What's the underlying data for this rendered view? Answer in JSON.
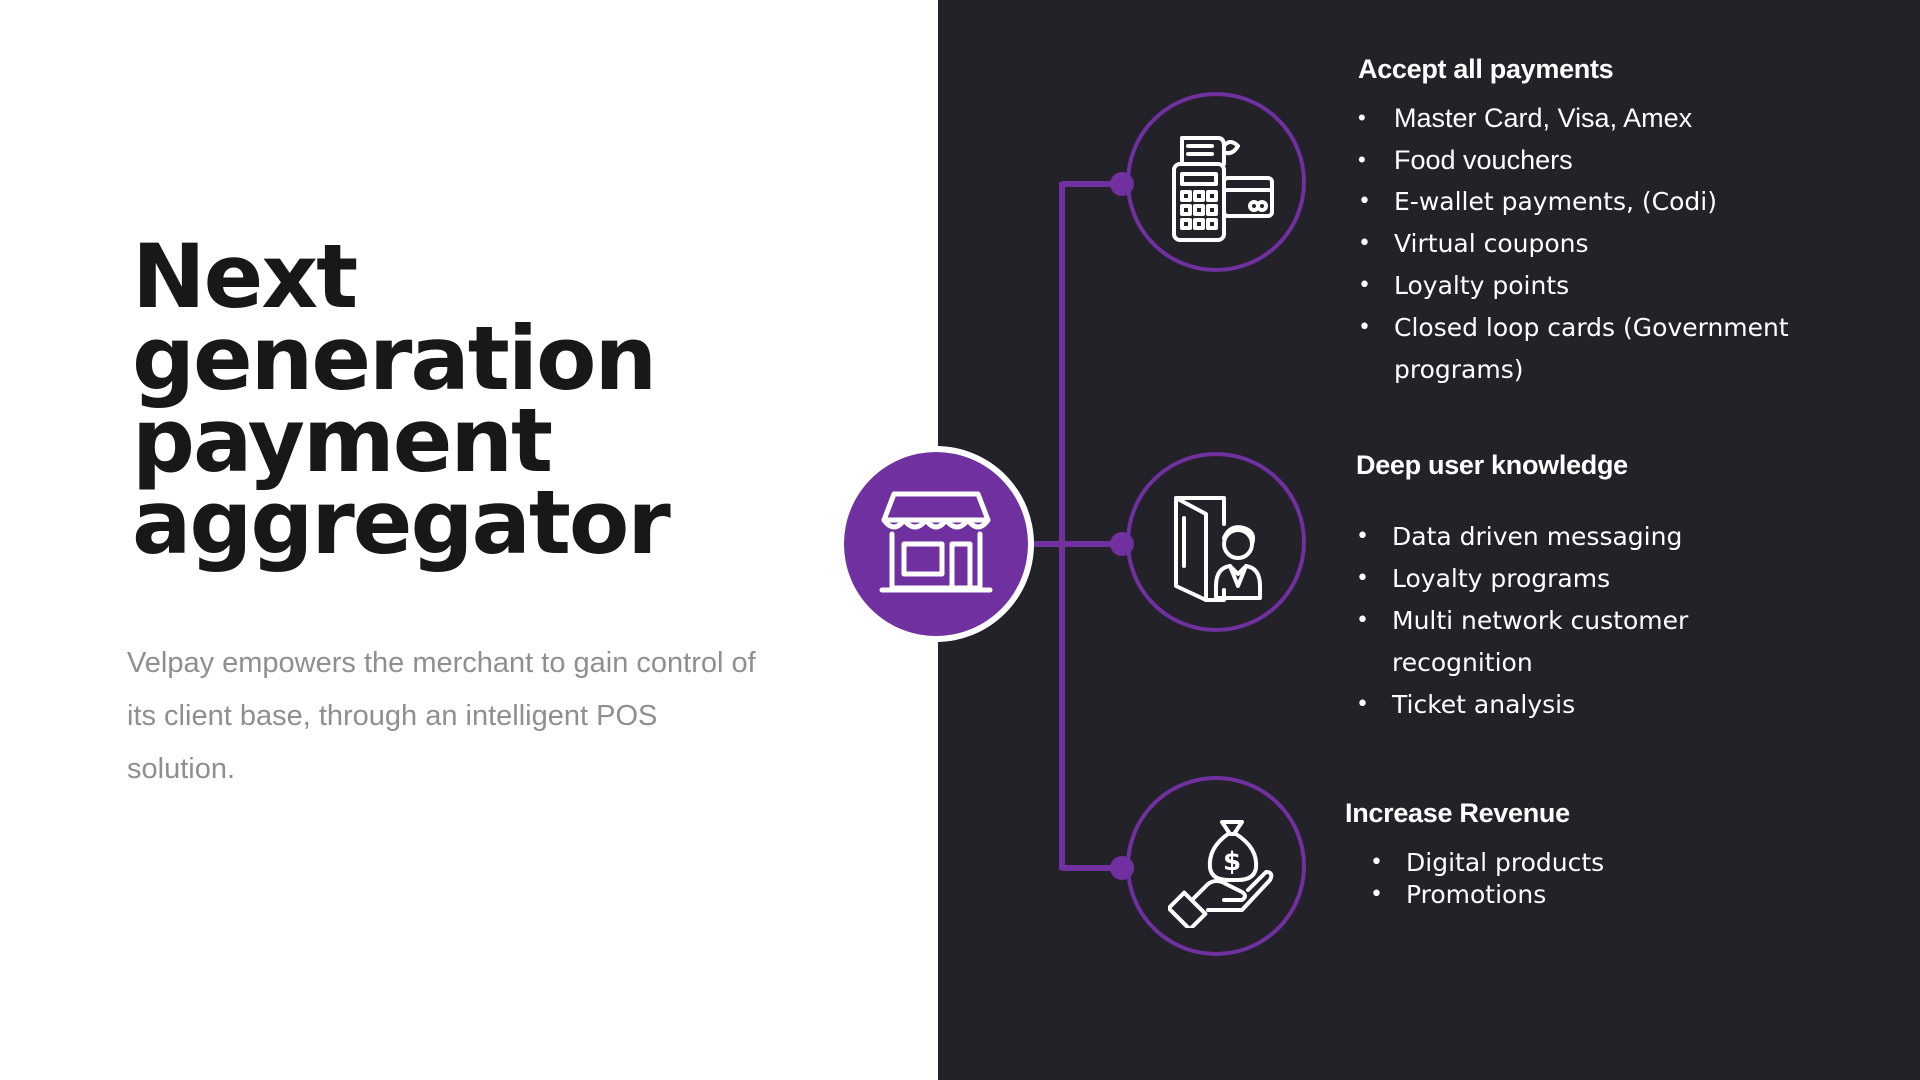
{
  "title_lines": [
    "Next",
    "generation",
    "payment",
    "aggregator"
  ],
  "subtitle": "Velpay empowers the merchant to gain control of its client base, through an intelligent POS solution.",
  "colors": {
    "accent": "#7030a0",
    "panel": "#222228",
    "title": "#18181b",
    "subtitle": "#8e8e93"
  },
  "hub": {
    "icon": "storefront-icon"
  },
  "sections": [
    {
      "icon": "pos-terminal-icon",
      "title": "Accept all payments",
      "items": [
        "Master Card, Visa, Amex",
        "Food vouchers",
        "E-wallet payments, (Codi)",
        "Virtual coupons",
        "Loyalty points",
        "Closed loop cards (Government programs)"
      ]
    },
    {
      "icon": "customer-door-icon",
      "title": "Deep user knowledge",
      "items": [
        "Data driven messaging",
        "Loyalty programs",
        "Multi network customer recognition",
        "Ticket analysis"
      ]
    },
    {
      "icon": "money-bag-hand-icon",
      "title": "Increase Revenue",
      "items": [
        "Digital products",
        "Promotions"
      ]
    }
  ]
}
